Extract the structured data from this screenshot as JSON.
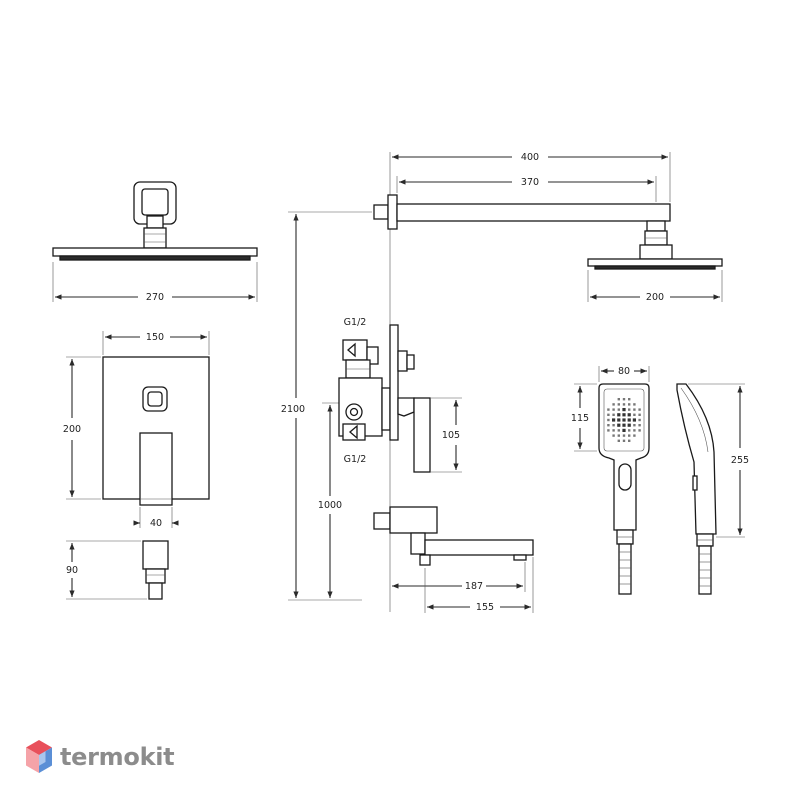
{
  "drawing": {
    "dimensions": {
      "arm_overall": "400",
      "arm_length": "370",
      "head_large_width": "270",
      "head_small_width": "200",
      "plate_width": "150",
      "plate_height": "200",
      "lever_width": "40",
      "depth": "90",
      "height_overall": "2100",
      "height_mixer": "1000",
      "mixer_height": "105",
      "spout_reach": "187",
      "spout_length": "155",
      "hand_width": "80",
      "hand_head": "115",
      "hand_length": "255"
    },
    "thread_labels": {
      "top": "G1/2",
      "bottom": "G1/2"
    }
  },
  "brand": {
    "name": "termokit",
    "logo_colors": [
      "#e8505b",
      "#f5a3a8",
      "#5b8fd6",
      "#a9c6ee"
    ]
  }
}
